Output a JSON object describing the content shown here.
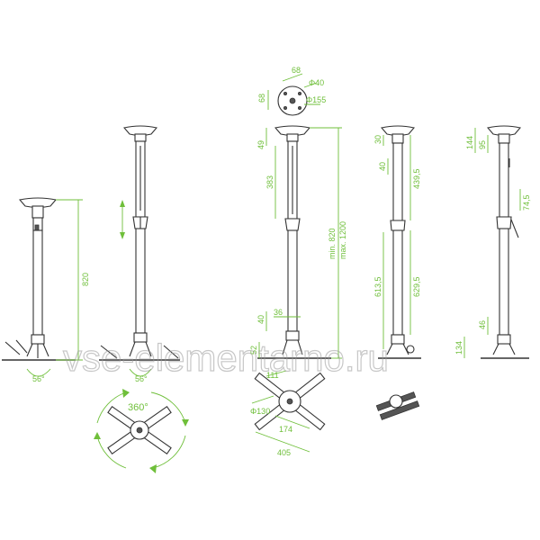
{
  "dimensions": {
    "fig1_height": "820",
    "fig1_angle": "56°",
    "fig2_angle": "56°",
    "rotation": "360°",
    "top_68": "68",
    "top_phi40": "Φ40",
    "top_68b": "68",
    "top_phi155": "Φ155",
    "fig3_49": "49",
    "fig3_383": "383",
    "fig3_range": "min. 820",
    "fig3_range_max": "max. 1200",
    "fig3_40": "40",
    "fig3_36": "36",
    "fig3_52": "52",
    "fig4_30": "30",
    "fig4_40": "40",
    "fig4_439": "439,5",
    "fig4_613": "613,5",
    "fig4_629": "629,5",
    "fig5_144": "144",
    "fig5_95": "95",
    "fig5_74": "74,5",
    "fig5_46": "46",
    "fig5_134": "134",
    "base_111": "111",
    "base_phi130": "Φ130",
    "base_174": "174",
    "base_405": "405"
  },
  "watermark": "vse-elementarno.ru",
  "colors": {
    "ink": "#333333",
    "dimension": "#6fbf3a",
    "watermark": "#9a9a9a"
  }
}
